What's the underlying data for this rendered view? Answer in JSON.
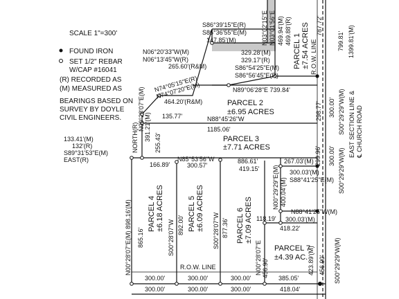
{
  "legend": {
    "scale": "SCALE 1\"=300'",
    "found_iron": "FOUND IRON",
    "set_rebar_line1": "SET 1/2\" REBAR",
    "set_rebar_line2": "W/CAP #16041",
    "recorded": "(R) RECORDED AS",
    "measured": "(M) MEASURED AS",
    "bearings_line1": "BEARINGS BASED ON",
    "bearings_line2": "SURVEY BY DOYLE",
    "bearings_line3": "CIVIL ENGINEERS."
  },
  "parcels": {
    "p1_name": "PARCEL 1",
    "p1_area": "±7.54 ACRES",
    "p2_name": "PARCEL 2",
    "p2_area": "±6.95 ACRES",
    "p3_name": "PARCEL 3",
    "p3_area": "±7.71 ACRES",
    "p4_name": "PARCEL 4",
    "p4_area": "±6.18 ACRES",
    "p5_name": "PARCEL 5",
    "p5_area": "±6.09 ACRES",
    "p6_name": "PARCEL 6",
    "p6_area": "±7.09 ACRES",
    "p7_name": "PARCEL 7",
    "p7_area": "±4.39 AC."
  },
  "road": {
    "row_line_east": "R.O.W. LINE",
    "row_line_south": "R.O.W. LINE",
    "east_section": "EAST SECTION LINE &",
    "church_road": "℄ CHURCH ROAD"
  },
  "calls": {
    "top_s86_39": "S86°39'15\"E(R)",
    "top_s86_36": "S86°36'55\"E(M)",
    "top_147": "147.85'(M)",
    "n06_20": "N06°20'33\"W(M)",
    "n06_13": "N06°13'45\"W(R)",
    "d265": "265.60'(R&M)",
    "d329_28": "329.28'(M)",
    "d329_17": "329.17'(R)",
    "s86_54": "S86°54'25\"E(M)",
    "s86_56": "S86°56'45\"E(R)",
    "n74_05": "N74°05'15\"E(R)",
    "n74_07": "N74°07'20\"E(M)",
    "d464": "464.20'(R&M)",
    "n89_06": "N89°06'28\"E 739.84'",
    "north_r": "NORTH(R)",
    "n00_28_m": "N00°28'07\"E(M)",
    "d391": "391.21'(M)",
    "d135": "135.77'",
    "n88_45": "N88°45'26\"W",
    "d1185": "1185.06'",
    "d255": "255.43'",
    "d133": "133.41'(M)",
    "d132": "132'(R)",
    "s89_31": "S89°31'53\"E(M)",
    "east_r": "EAST(R)",
    "d166": "166.89'",
    "n85_53": "N85°53'56\"W",
    "d886": "886.61'",
    "d300_57": "300.57'",
    "d419": "419.15'",
    "d267": "267.03'(M)",
    "d300_03_a": "300.03'(M)",
    "s88_41": "S88°41'25\"E(M)",
    "n00_29_m": "N00°29'29\"E(M)",
    "d400": "400.04'(M)",
    "d118": "118.19'",
    "n88_41": "N88°41'25\"W(M)",
    "d300_03_b": "300.03'(M)",
    "d418_22": "418.22'",
    "p4_bearing": "N00°28'07\"E(M) 898.16'(M)",
    "d865": "865.16'",
    "p5_bearing": "S00°28'07\"W",
    "d892": "892.00'",
    "p6_bearing": "S00°28'07\"W",
    "d877": "877.36'",
    "p7_bearing": "N00°28'07\"E",
    "d456_90_a": "456.90'",
    "d423": "423.89'(M)",
    "d456_90_b": "456.90'",
    "s00_29_east": "S00°29'29\"W(M)",
    "bot_300_a": "300.00'",
    "bot_300_b": "300.00'",
    "bot_300_c": "300.00'",
    "bot_385": "385.05'",
    "bot_300_d": "300.00'",
    "bot_300_e": "300.00'",
    "bot_300_f": "300.00'",
    "bot_418": "418.04'",
    "d298": "298.77'",
    "d300_00_r": "300.00'",
    "s00_29_r": "S00°29'29\"W(M)",
    "d299": "299.96'",
    "d300_00_r2": "300.00'",
    "s00_29_r2": "S00°29'29\"W(M)",
    "n03_02": "N03°02'15\"E",
    "n03_01": "N03°01'56\"E",
    "d469_94": "469.94'(M)",
    "d469_88": "469.88'(R)",
    "d787": "787.72'",
    "d799": "799.81'",
    "d1399": "1399.81'(M)"
  }
}
